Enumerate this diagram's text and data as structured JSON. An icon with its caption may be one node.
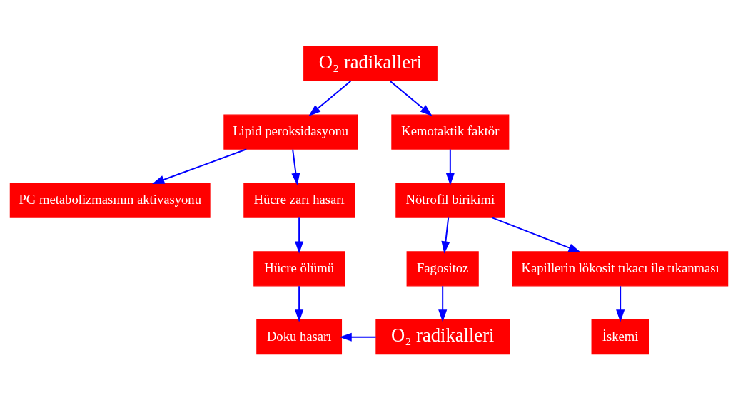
{
  "diagram": {
    "nodes": [
      {
        "text": [
          "O₂ radikalleri"
        ]
      },
      {
        "text": [
          "Lipid peroksidasyonu"
        ]
      },
      {
        "text": [
          "Kemotaktik faktör"
        ]
      },
      {
        "text": [
          "PG metabolizmasının aktivasyonu"
        ]
      },
      {
        "text": [
          "Hücre zarı hasarı"
        ]
      },
      {
        "text": [
          "Hücre ölümü"
        ]
      },
      {
        "text": [
          "Doku hasarı"
        ]
      },
      {
        "text": [
          "Nötrofil birikimi"
        ]
      },
      {
        "text": [
          "Fagositoz"
        ]
      },
      {
        "text": [
          "Kapillerin lökosit tıkacı ile tıkanması"
        ]
      },
      {
        "text": [
          "O₂ radikalleri"
        ]
      },
      {
        "text": [
          "İskemi"
        ]
      }
    ],
    "edges": [
      {
        "from": 0,
        "to": 1,
        "arrow": "to"
      },
      {
        "from": 0,
        "to": 2,
        "arrow": "to"
      },
      {
        "from": 1,
        "to": 3,
        "arrow": "to"
      },
      {
        "from": 1,
        "to": 4,
        "arrow": "to"
      },
      {
        "from": 4,
        "to": 5,
        "arrow": "to"
      },
      {
        "from": 5,
        "to": 6,
        "arrow": "to"
      },
      {
        "from": 2,
        "to": 7,
        "arrow": "to"
      },
      {
        "from": 7,
        "to": 8,
        "arrow": "to"
      },
      {
        "from": 7,
        "to": 9,
        "arrow": "to"
      },
      {
        "from": 8,
        "to": 10,
        "arrow": "to"
      },
      {
        "from": 9,
        "to": 11,
        "arrow": "to"
      },
      {
        "from": 10,
        "to": 6,
        "arrow": "to"
      }
    ]
  }
}
